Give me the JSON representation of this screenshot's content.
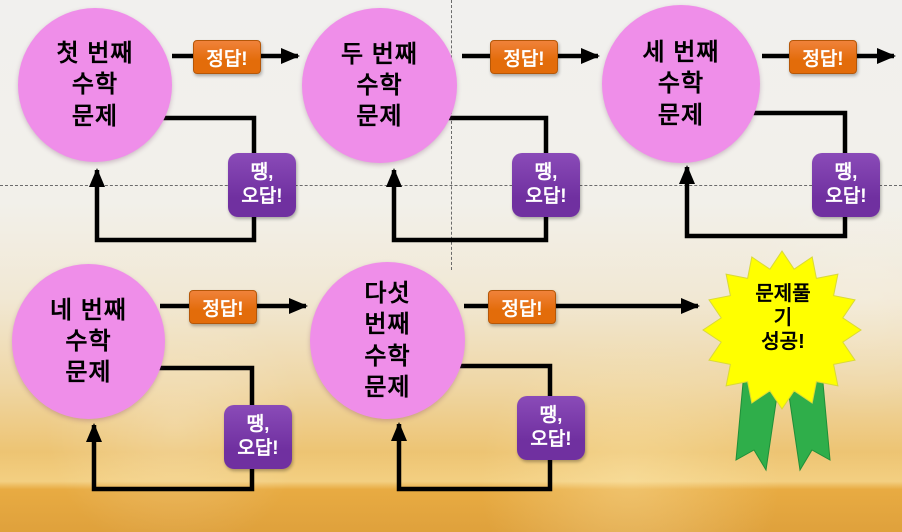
{
  "nodes": [
    {
      "label": "첫 번째\n수학\n문제"
    },
    {
      "label": "두 번째\n수학\n문제"
    },
    {
      "label": "세 번째\n수학\n문제"
    },
    {
      "label": "네 번째\n수학\n문제"
    },
    {
      "label": "다섯\n번째\n수학\n문제"
    }
  ],
  "labels": {
    "correct": "정답!",
    "wrong": "땡,\n오답!"
  },
  "success": {
    "label": "문제풀\n기\n성공!"
  },
  "colors": {
    "circle_fill": "#ef8ee9",
    "correct_fill": "#e36c0a",
    "wrong_fill": "#7030a0",
    "star_fill": "#ffff00",
    "ribbon_fill": "#2fae4a",
    "arrow": "#000000"
  }
}
